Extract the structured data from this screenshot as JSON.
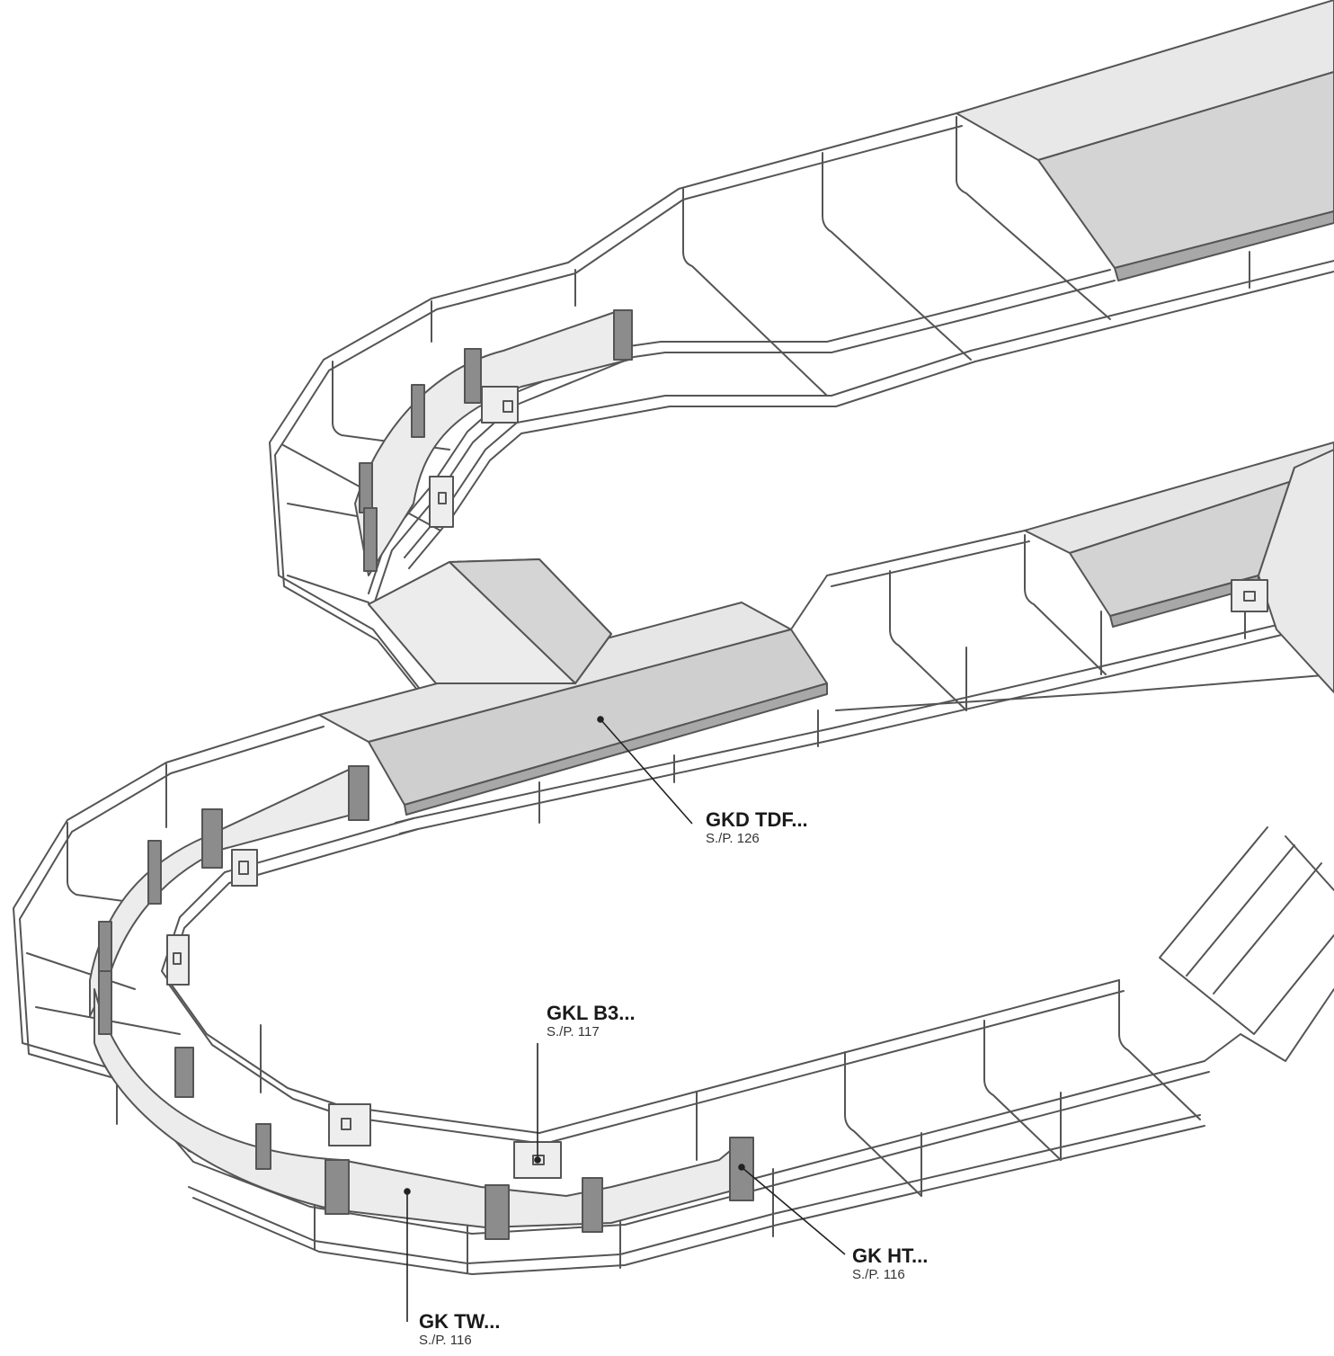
{
  "callouts": {
    "gkd_tdf": {
      "code": "GKD TDF...",
      "ref": "S./P. 126"
    },
    "gkl_b3": {
      "code": "GKL B3...",
      "ref": "S./P. 117"
    },
    "gk_ht": {
      "code": "GK HT...",
      "ref": "S./P. 116"
    },
    "gk_tw": {
      "code": "GK TW...",
      "ref": "S./P. 116"
    }
  },
  "colors": {
    "wire": "#555555",
    "cover_light": "#e8e8e8",
    "cover_mid": "#d0d0d0",
    "cover_dark": "#a8a8a8",
    "partition": "#ececec",
    "clip": "#8c8c8c"
  }
}
